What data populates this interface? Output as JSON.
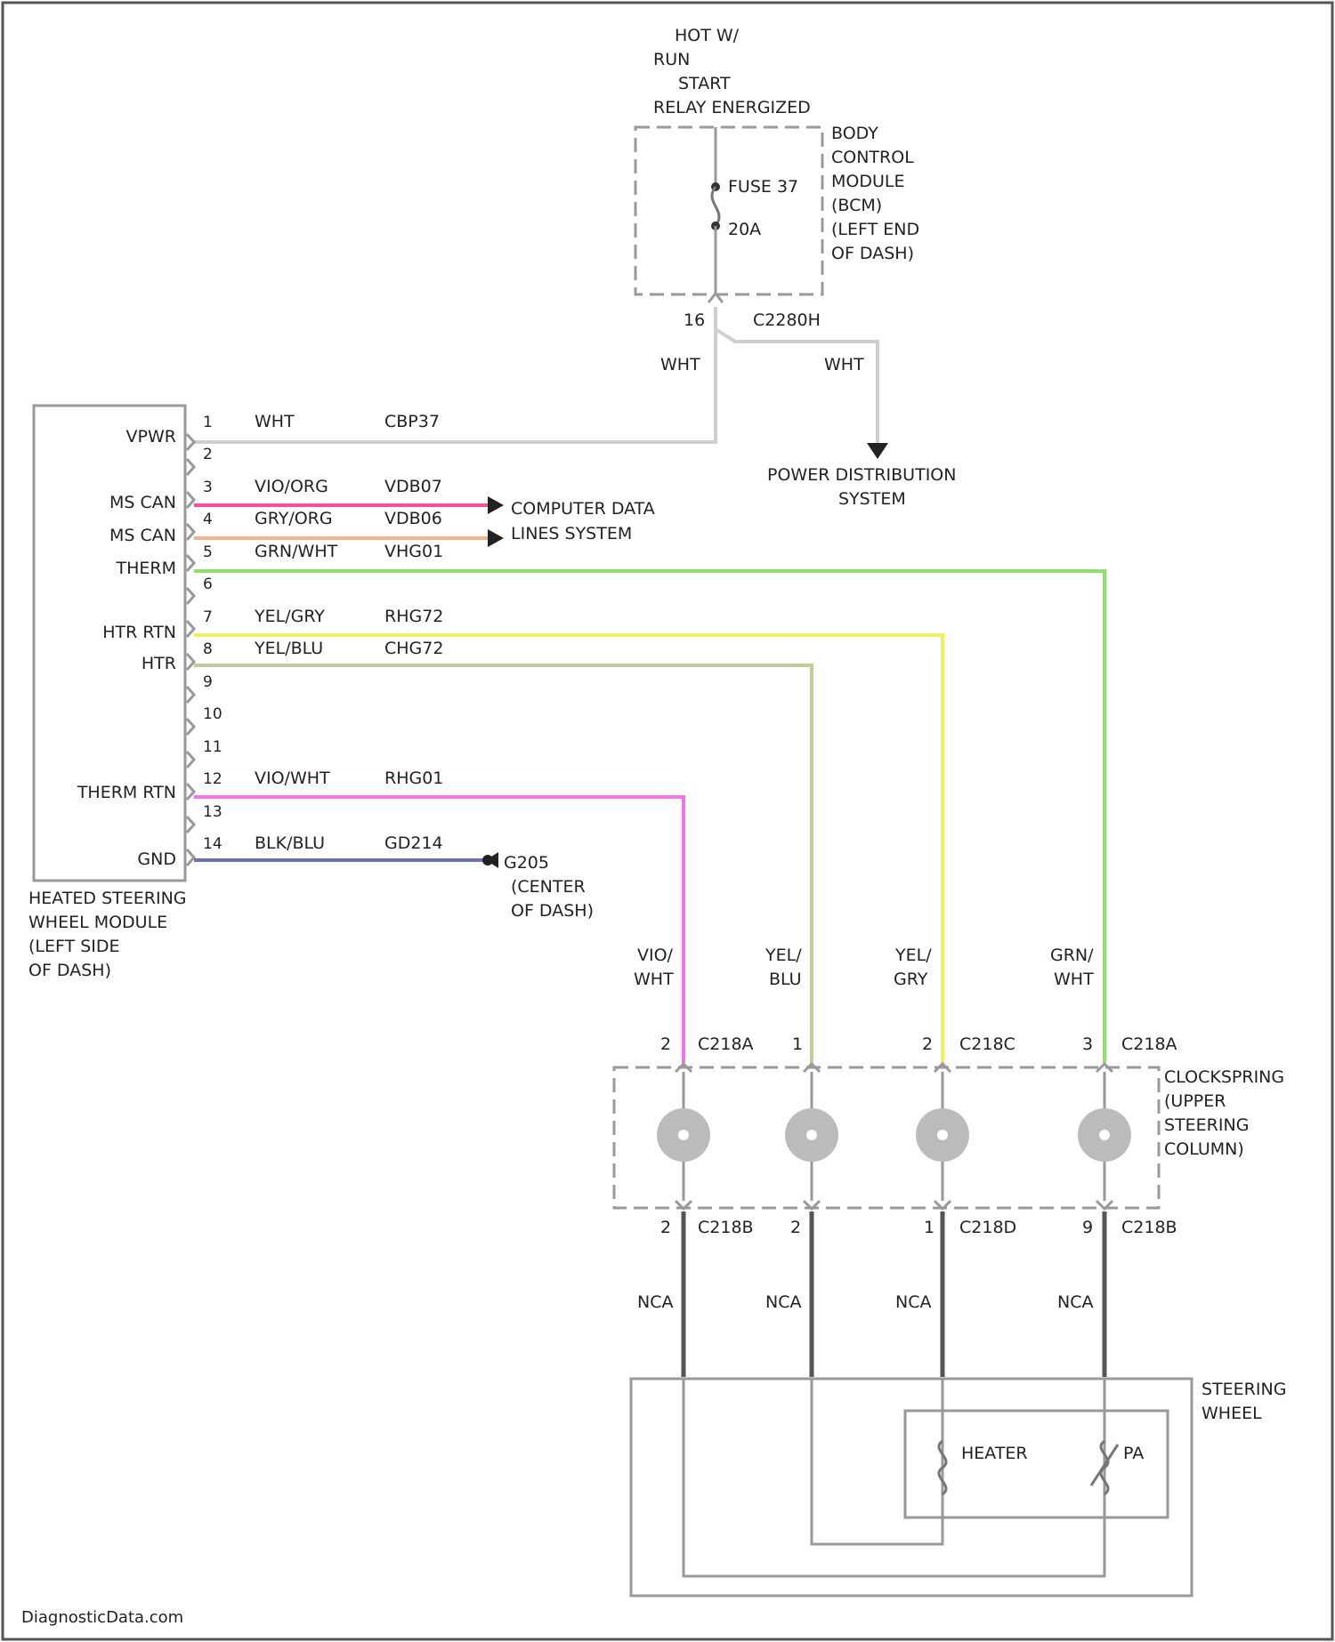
{
  "colors": {
    "wire_wht": "#cfcfcf",
    "wire_pink": "#ff4fa0",
    "wire_peach": "#f2b48c",
    "wire_green": "#8fe070",
    "wire_yellow": "#f0f060",
    "wire_khaki": "#c8c89a",
    "wire_violet_pink": "#f078e0",
    "wire_slate": "#7070b0",
    "wire_gray": "#555555",
    "outline": "#999999"
  },
  "power": {
    "hot_lines": [
      "HOT W/",
      "RUN",
      "START",
      "RELAY ENERGIZED"
    ],
    "bcm_lines": [
      "BODY",
      "CONTROL",
      "MODULE",
      "(BCM)",
      "(LEFT END",
      "OF DASH)"
    ],
    "fuse_name": "FUSE 37",
    "fuse_rating": "20A",
    "bcm_pin": "16",
    "bcm_connector": "C2280H",
    "wire_left_color": "WHT",
    "wire_right_color": "WHT",
    "dist_lines": [
      "POWER DISTRIBUTION",
      "SYSTEM"
    ]
  },
  "module": {
    "name_lines": [
      "HEATED STEERING",
      "WHEEL MODULE",
      "(LEFT SIDE",
      "OF DASH)"
    ],
    "pin_labels": [
      "VPWR",
      "MS CAN",
      "MS CAN",
      "THERM",
      "HTR RTN",
      "HTR",
      "THERM RTN",
      "GND"
    ],
    "pins": [
      "1",
      "2",
      "3",
      "4",
      "5",
      "6",
      "7",
      "8",
      "9",
      "10",
      "11",
      "12",
      "13",
      "14"
    ],
    "wire_colors": [
      "WHT",
      "VIO/ORG",
      "GRY/ORG",
      "GRN/WHT",
      "YEL/GRY",
      "YEL/BLU",
      "VIO/WHT",
      "BLK/BLU"
    ],
    "circuits": [
      "CBP37",
      "VDB07",
      "VDB06",
      "VHG01",
      "RHG72",
      "CHG72",
      "RHG01",
      "GD214"
    ]
  },
  "can": {
    "label_lines": [
      "COMPUTER DATA",
      "LINES SYSTEM"
    ]
  },
  "ground": {
    "lines": [
      "G205",
      "(CENTER",
      "OF DASH)"
    ]
  },
  "columns": {
    "wire_top": [
      [
        "VIO/",
        "WHT"
      ],
      [
        "YEL/",
        "BLU"
      ],
      [
        "YEL/",
        "GRY"
      ],
      [
        "GRN/",
        "WHT"
      ]
    ],
    "upper_pins": [
      "2",
      "1",
      "2",
      "3"
    ],
    "upper_connectors": [
      "C218A",
      "C218C",
      "C218A"
    ],
    "lower_pins": [
      "2",
      "2",
      "1",
      "9"
    ],
    "lower_connectors": [
      "C218B",
      "C218D",
      "C218B"
    ],
    "lower_wire": [
      "NCA",
      "NCA",
      "NCA",
      "NCA"
    ]
  },
  "clockspring": {
    "lines": [
      "CLOCKSPRING",
      "(UPPER",
      "STEERING",
      "COLUMN)"
    ]
  },
  "steering_wheel": {
    "lines": [
      "STEERING",
      "WHEEL"
    ],
    "heater": "HEATER",
    "ntc": "PA"
  },
  "footer": {
    "watermark": "DiagnosticData.com"
  }
}
